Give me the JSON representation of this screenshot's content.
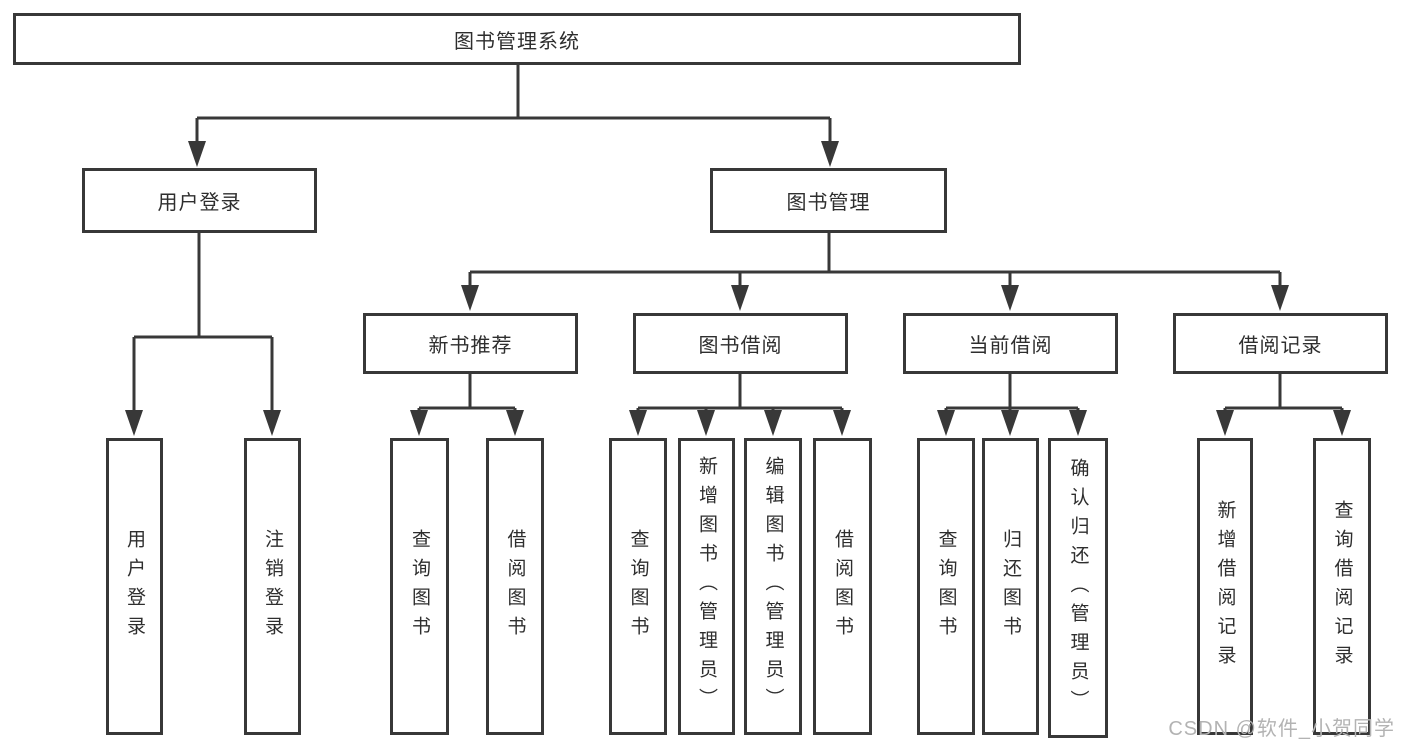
{
  "watermark": "CSDN @软件_小贺同学",
  "colors": {
    "line": "#383838",
    "text": "#2e2e2e",
    "watermark": "#b3b3b3",
    "background": "#ffffff"
  },
  "tree": {
    "root": {
      "label": "图书管理系统"
    },
    "branches": [
      {
        "label": "用户登录",
        "children": [
          {
            "label": "用户登录"
          },
          {
            "label": "注销登录"
          }
        ]
      },
      {
        "label": "图书管理",
        "children": [
          {
            "label": "新书推荐",
            "children": [
              {
                "label": "查询图书"
              },
              {
                "label": "借阅图书"
              }
            ]
          },
          {
            "label": "图书借阅",
            "children": [
              {
                "label": "查询图书"
              },
              {
                "label": "新增图书（管理员）"
              },
              {
                "label": "编辑图书（管理员）"
              },
              {
                "label": "借阅图书"
              }
            ]
          },
          {
            "label": "当前借阅",
            "children": [
              {
                "label": "查询图书"
              },
              {
                "label": "归还图书"
              },
              {
                "label": "确认归还（管理员）"
              }
            ]
          },
          {
            "label": "借阅记录",
            "children": [
              {
                "label": "新增借阅记录"
              },
              {
                "label": "查询借阅记录"
              }
            ]
          }
        ]
      }
    ]
  }
}
